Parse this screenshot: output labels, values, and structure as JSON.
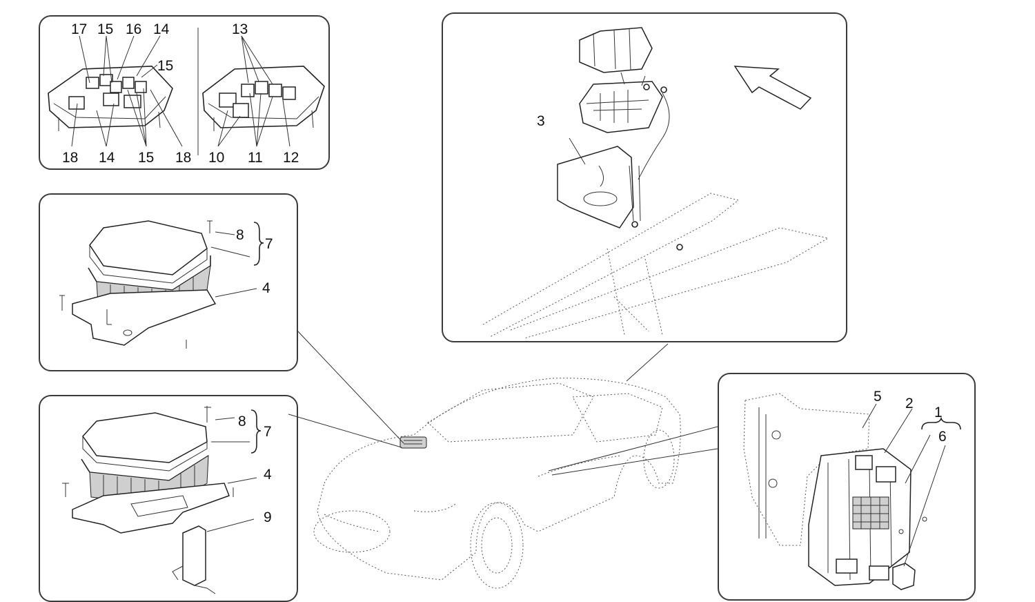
{
  "labels": {
    "p1": {
      "l17": "17",
      "l15a": "15",
      "l16": "16",
      "l14a": "14",
      "l15b": "15",
      "l18a": "18",
      "l14b": "14",
      "l15c": "15",
      "l18b": "18"
    },
    "p1r": {
      "l13": "13",
      "l10": "10",
      "l11": "11",
      "l12": "12"
    },
    "p2": {
      "l8": "8",
      "l7": "7",
      "l4": "4"
    },
    "p3": {
      "l8": "8",
      "l7": "7",
      "l4": "4",
      "l9": "9"
    },
    "p4": {
      "l3": "3"
    },
    "p5": {
      "l5": "5",
      "l2": "2",
      "l1": "1",
      "l6": "6"
    }
  }
}
